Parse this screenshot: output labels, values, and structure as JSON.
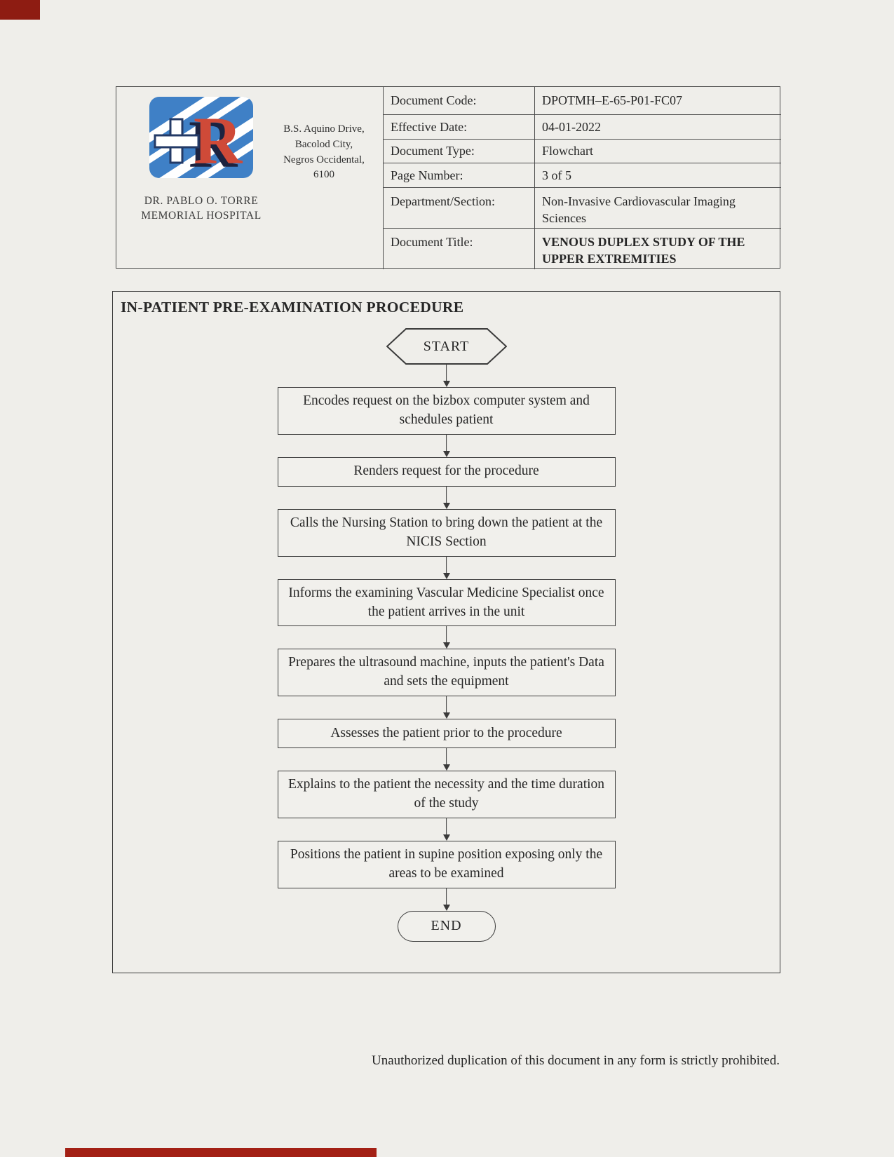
{
  "header": {
    "hospital_name_line1": "DR. PABLO O. TORRE",
    "hospital_name_line2": "MEMORIAL HOSPITAL",
    "address_lines": [
      "B.S. Aquino Drive,",
      "Bacolod City,",
      "Negros Occidental,",
      "6100"
    ],
    "rows": [
      {
        "label": "Document Code:",
        "value": "DPOTMH–E-65-P01-FC07"
      },
      {
        "label": "Effective Date:",
        "value": "04-01-2022"
      },
      {
        "label": "Document Type:",
        "value": "Flowchart"
      },
      {
        "label": "Page Number:",
        "value": "3 of 5"
      },
      {
        "label": "Department/Section:",
        "value": "Non-Invasive Cardiovascular Imaging Sciences"
      },
      {
        "label": "Document Title:",
        "value": "VENOUS DUPLEX STUDY OF THE UPPER EXTREMITIES"
      }
    ]
  },
  "flowchart": {
    "title": "IN-PATIENT PRE-EXAMINATION PROCEDURE",
    "start_label": "START",
    "end_label": "END",
    "steps": [
      "Encodes request on the bizbox computer system and schedules patient",
      "Renders request for the procedure",
      "Calls the Nursing Station to bring down the patient at the NICIS Section",
      "Informs the examining Vascular Medicine Specialist once the patient arrives in the unit",
      "Prepares the ultrasound machine, inputs the patient's Data and sets the equipment",
      "Assesses the patient prior to the procedure",
      "Explains to the patient the necessity and the time duration of the study",
      "Positions the patient in supine position exposing only the areas to be examined"
    ]
  },
  "footer": {
    "notice": "Unauthorized duplication of this document in any form is strictly prohibited."
  },
  "colors": {
    "logo_blue": "#3f80c6",
    "logo_red": "#cf4a38",
    "scan_red": "#9a1e13"
  }
}
